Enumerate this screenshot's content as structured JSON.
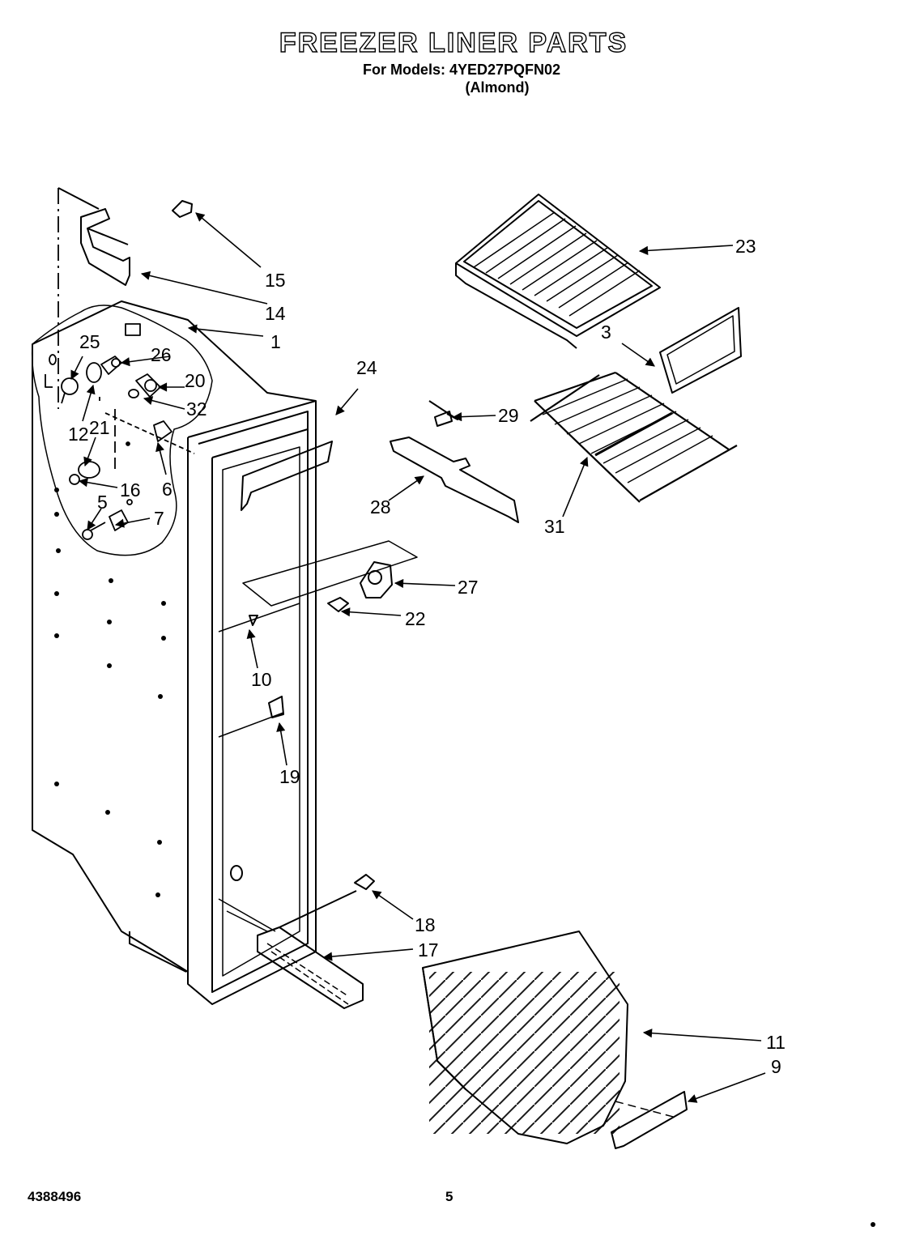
{
  "header": {
    "title": "FREEZER LINER PARTS",
    "models": "For Models: 4YED27PQFN02",
    "variant": "(Almond)"
  },
  "callouts": {
    "c1": "1",
    "c3": "3",
    "c5": "5",
    "c6": "6",
    "c7": "7",
    "c9": "9",
    "c10": "10",
    "c11": "11",
    "c12": "12",
    "c14": "14",
    "c15": "15",
    "c16": "16",
    "c17": "17",
    "c18": "18",
    "c19": "19",
    "c20": "20",
    "c21": "21",
    "c22": "22",
    "c23": "23",
    "c24": "24",
    "c25": "25",
    "c26": "26",
    "c27": "27",
    "c28": "28",
    "c29": "29",
    "c31": "31",
    "c32": "32"
  },
  "footer": {
    "doc_number": "4388496",
    "page_number": "5"
  }
}
